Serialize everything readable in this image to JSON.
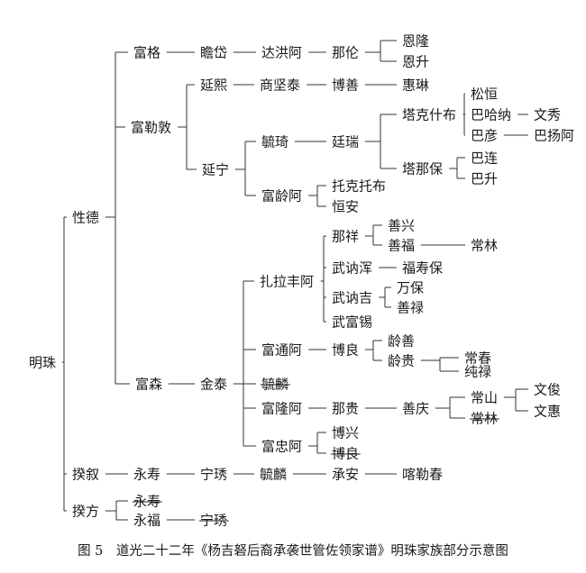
{
  "caption": "图 5　道光二十二年《杨吉砮后裔承袭世管佐领家谱》明珠家族部分示意图",
  "nodes": {
    "n1": "明珠",
    "n2": "性德",
    "n3": "揆叙",
    "n4": "揆方",
    "n5": "富格",
    "n6": "富勒敦",
    "n7": "富森",
    "n8": "瞻岱",
    "n9": "达洪阿",
    "n10": "那伦",
    "n11": "恩隆",
    "n12": "恩升",
    "n13": "延熙",
    "n14": "商坚泰",
    "n15": "博善",
    "n16": "惠琳",
    "n17": "延宁",
    "n18": "毓琦",
    "n19": "廷瑞",
    "n20": "塔克什布",
    "n21": "松恒",
    "n22": "巴哈纳",
    "n23": "文秀",
    "n24": "巴彦",
    "n25": "巴扬阿",
    "n26": "塔那保",
    "n27": "巴连",
    "n28": "巴升",
    "n29": "富龄阿",
    "n30": "托克托布",
    "n31": "恒安",
    "n32": "金泰",
    "n33": "毓麟",
    "n34": "扎拉丰阿",
    "n35": "那祥",
    "n36": "善兴",
    "n37": "善福",
    "n38": "常林",
    "n39": "武讷浑",
    "n40": "福寿保",
    "n41": "武讷吉",
    "n42": "万保",
    "n43": "善禄",
    "n44": "武富锡",
    "n45": "富通阿",
    "n46": "博良",
    "n47": "龄善",
    "n48": "龄贵",
    "n49": "常春",
    "n50": "纯禄",
    "n51": "富隆阿",
    "n52": "那贵",
    "n53": "善庆",
    "n54": "常山",
    "n55": "常林",
    "n56": "文俊",
    "n57": "文惠",
    "n58": "富忠阿",
    "n59": "博兴",
    "n60": "博良",
    "n61": "永寿",
    "n62": "宁琇",
    "n63": "毓麟",
    "n64": "承安",
    "n65": "喀勒春",
    "n66": "永寿",
    "n67": "永福",
    "n68": "宁琇"
  }
}
